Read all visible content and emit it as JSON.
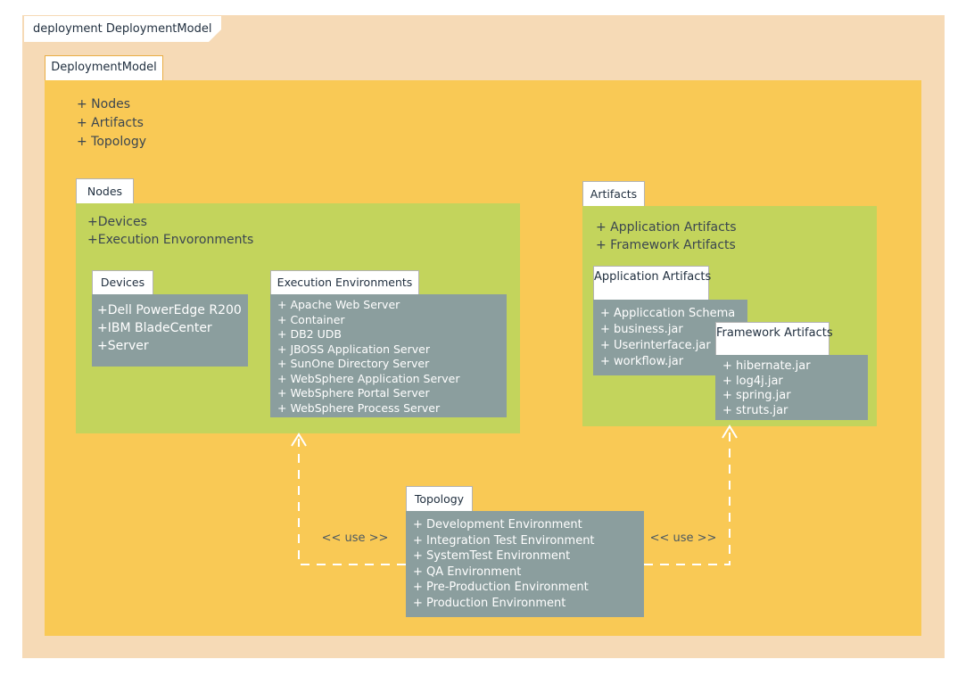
{
  "frame": {
    "label": "deployment DeploymentModel"
  },
  "model": {
    "tab": "DeploymentModel",
    "members": [
      "+ Nodes",
      "+ Artifacts",
      "+ Topology"
    ]
  },
  "nodes": {
    "tab": "Nodes",
    "members": [
      "+Devices",
      "+Execution Envoronments"
    ],
    "devices": {
      "tab": "Devices",
      "items": [
        "+Dell PowerEdge R200",
        "+IBM BladeCenter",
        "+Server"
      ]
    },
    "execution_environments": {
      "tab": "Execution Environments",
      "items": [
        "+ Apache Web Server",
        "+ Container",
        "+ DB2 UDB",
        "+ JBOSS Application Server",
        "+ SunOne Directory Server",
        "+ WebSphere Application Server",
        "+ WebSphere Portal Server",
        "+ WebSphere Process Server"
      ]
    }
  },
  "artifacts": {
    "tab": "Artifacts",
    "members": [
      "+ Application Artifacts",
      "+ Framework Artifacts"
    ],
    "application": {
      "tab": "Application Artifacts",
      "items": [
        "+ Appliccation Schema",
        "+ business.jar",
        "+ Userinterface.jar",
        "+ workflow.jar"
      ]
    },
    "framework": {
      "tab": "Framework Artifacts",
      "items": [
        "+ hibernate.jar",
        "+ log4j.jar",
        "+ spring.jar",
        "+ struts.jar"
      ]
    }
  },
  "topology": {
    "tab": "Topology",
    "items": [
      "+ Development Environment",
      "+ Integration Test Environment",
      "+ SystemTest Environment",
      "+ QA Environment",
      "+ Pre-Production Environment",
      "+ Production Environment"
    ]
  },
  "connectors": {
    "left": {
      "label": "<< use >>"
    },
    "right": {
      "label": "<< use >>"
    }
  },
  "colors": {
    "frame_bg": "#f6dab6",
    "package_bg": "#f9c955",
    "group_bg": "#c3d45c",
    "box_bg": "#8b9e9e",
    "tab_bg": "#ffffff",
    "tab_border": "#b3b3b3",
    "model_tab_border": "#e9ad43",
    "dark_text": "#2e3a46",
    "light_text": "#ffffff",
    "connector": "#ffffff"
  }
}
